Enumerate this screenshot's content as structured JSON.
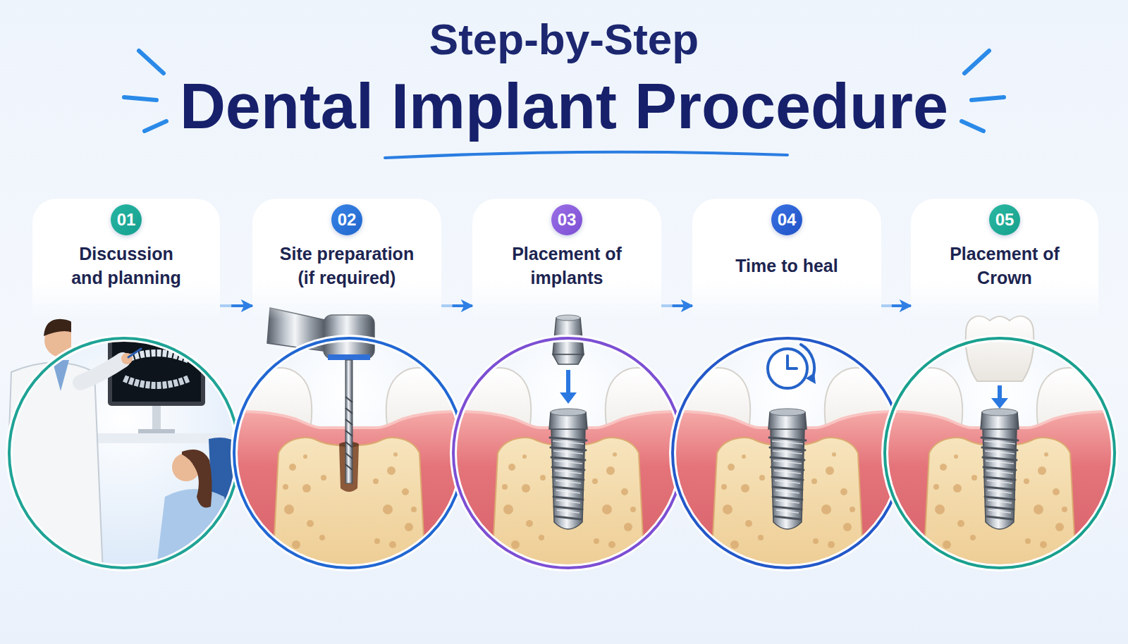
{
  "diagram": {
    "title": "Dental Implant Procedure",
    "nodes": [
      {
        "text": [
          "01",
          "Discussion and planning"
        ]
      },
      {
        "text": [
          "02",
          "Site preparation (if required)"
        ]
      },
      {
        "text": [
          "03",
          "Placement of implants"
        ]
      },
      {
        "text": [
          "04",
          "Time to heal"
        ]
      },
      {
        "text": [
          "05",
          "Placement of Crown"
        ]
      }
    ],
    "edges": [
      {
        "from": 0,
        "to": 1,
        "arrow": "to"
      },
      {
        "from": 1,
        "to": 2,
        "arrow": "to"
      },
      {
        "from": 2,
        "to": 3,
        "arrow": "to"
      },
      {
        "from": 3,
        "to": 4,
        "arrow": "to"
      }
    ],
    "labels": [
      "Step-by-Step"
    ]
  }
}
